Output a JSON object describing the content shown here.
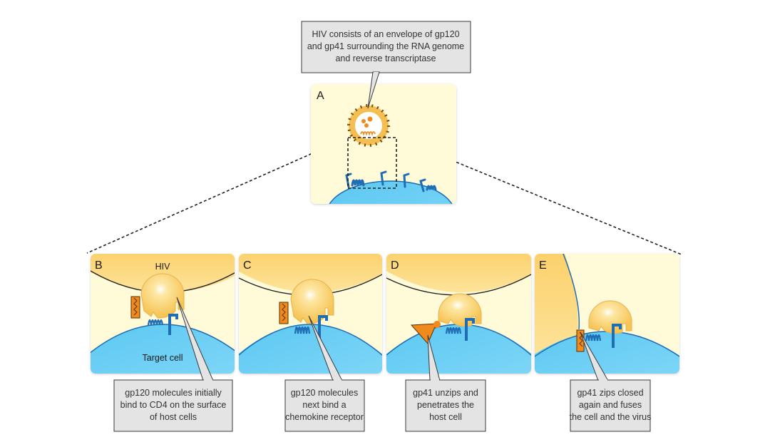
{
  "title_callout": {
    "lines": [
      "HIV consists of an envelope of gp120",
      "and gp41 surrounding the RNA genome",
      "and reverse transcriptase"
    ]
  },
  "panels": [
    {
      "letter": "A"
    },
    {
      "letter": "B",
      "top_label": "HIV",
      "bottom_label": "Target cell",
      "callout": [
        "gp120 molecules initially",
        "bind to CD4 on the surface",
        "of host cells"
      ]
    },
    {
      "letter": "C",
      "callout": [
        "gp120 molecules",
        "next bind a",
        "chemokine receptor"
      ]
    },
    {
      "letter": "D",
      "callout": [
        "gp41 unzips and",
        "penetrates the",
        "host cell"
      ]
    },
    {
      "letter": "E",
      "callout": [
        "gp41 zips closed",
        "again and fuses",
        "the cell and the virus"
      ]
    }
  ],
  "colors": {
    "panel_bg": "#fffbd9",
    "virus_yellow": "#fcd472",
    "cell_blue": "#4fc3f0",
    "cell_edge": "#1f6db3",
    "receptor_blue": "#1f6db3",
    "gp41_orange": "#f08a1c",
    "callout_fill": "#e4e4e4"
  }
}
